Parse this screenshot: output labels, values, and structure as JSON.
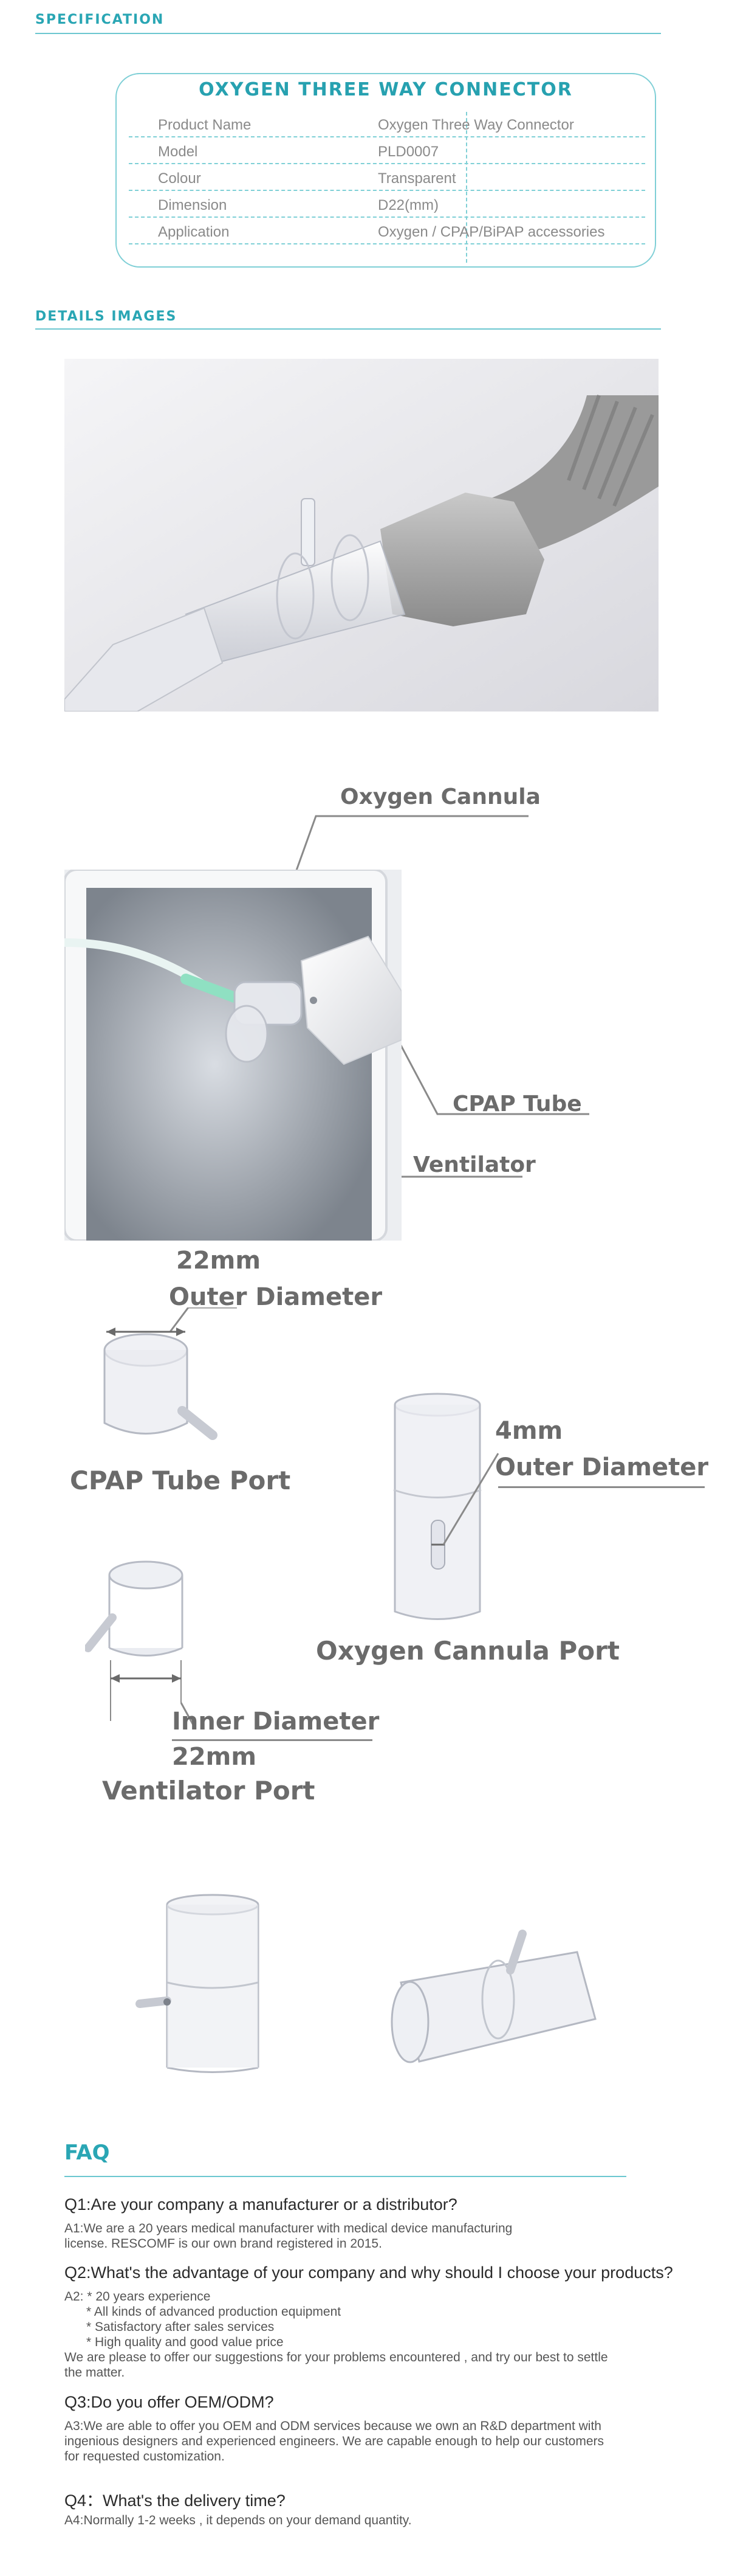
{
  "spec": {
    "section_title": "SPECIFICATION",
    "card_title": "OXYGEN THREE WAY CONNECTOR",
    "rows": [
      {
        "label": "Product Name",
        "value": "Oxygen Three Way Connector"
      },
      {
        "label": "Model",
        "value": "PLD0007"
      },
      {
        "label": "Colour",
        "value": "Transparent"
      },
      {
        "label": "Dimension",
        "value": "D22(mm)"
      },
      {
        "label": "Application",
        "value": "Oxygen / CPAP/BiPAP accessories"
      }
    ]
  },
  "details": {
    "section_title": "DETAILS IMAGES",
    "callouts": {
      "oxygen_cannula": "Oxygen Cannula",
      "cpap_tube": "CPAP Tube",
      "ventilator": "Ventilator"
    },
    "ports": {
      "cpap_size": "22mm",
      "cpap_outer": "Outer Diameter",
      "cpap_name": "CPAP Tube Port",
      "oxy_size": "4mm",
      "oxy_outer": "Outer Diameter",
      "oxy_name": "Oxygen Cannula Port",
      "vent_inner": "Inner Diameter",
      "vent_size": "22mm",
      "vent_name": "Ventilator Port"
    }
  },
  "faq": {
    "title": "FAQ",
    "q1": "Q1:Are your company a manufacturer or a distributor?",
    "a1_l1": "A1:We are a 20 years medical manufacturer with medical device manufacturing",
    "a1_l2": "license. RESCOMF is our own brand registered in 2015.",
    "q2": "Q2:What's the advantage of your company and why should I choose your products?",
    "a2_l1": "A2: * 20 years experience",
    "a2_l2": "* All kinds of advanced production equipment",
    "a2_l3": "* Satisfactory after sales services",
    "a2_l4": "* High quality and good value price",
    "a2_l5": "We are please to offer our suggestions for your problems encountered , and try our best to settle",
    "a2_l6": "the matter.",
    "q3": "Q3:Do you offer OEM/ODM?",
    "a3_l1": "A3:We are able to offer you OEM and ODM services because we own an R&D department with",
    "a3_l2": "ingenious designers and experienced engineers. We are capable enough to help our customers",
    "a3_l3": "for requested customization.",
    "q4": "Q4：What's the delivery time?",
    "a4": "A4:Normally 1-2 weeks , it depends on your demand quantity."
  }
}
